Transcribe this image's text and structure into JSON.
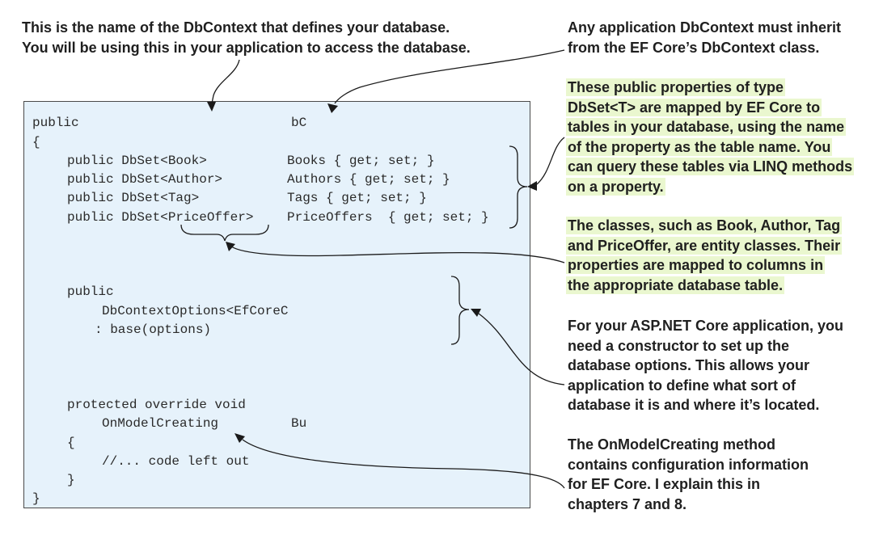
{
  "annotations": {
    "dbcontext_name": "This is the name of the DbContext that defines your database.\nYou will be using this in your application to access the database.",
    "inherit": "Any application DbContext must inherit\nfrom the EF Core’s DbContext class.",
    "dbset_props": "These public properties of type\nDbSet<T> are mapped by EF Core to\ntables in your database, using the name\nof the property as the table name. You\ncan query these tables via LINQ methods\non a property.",
    "entity_classes": "The classes, such as Book, Author, Tag\nand PriceOffer, are entity classes. Their\nproperties are mapped to columns in\nthe appropriate database table.",
    "constructor": "For your ASP.NET Core application, you\nneed a constructor to set up the\ndatabase options. This allows your\napplication to define what sort of\ndatabase it is and where it’s located.",
    "onmodelcreating": "The OnModelCreating method\ncontains configuration information\nfor EF Core. I explain this in\nchapters 7 and 8."
  },
  "code": {
    "class_kw": "public",
    "class_frag": "bC",
    "open_brace": "{",
    "dbset_types": [
      "public DbSet<Book>",
      "public DbSet<Author>",
      "public DbSet<Tag>",
      "public DbSet<PriceOffer>"
    ],
    "dbset_names": [
      "Books { get; set; }",
      "Authors { get; set; }",
      "Tags { get; set; }",
      "PriceOffers  { get; set; }"
    ],
    "ctor_kw": "public",
    "ctor_param": "DbContextOptions<EfCoreC",
    "ctor_base": ": base(options)",
    "override_line": "protected override void",
    "onmodel": "OnModelCreating",
    "onmodel_frag": "Bu",
    "inner_open": "{",
    "comment": "//... code left out",
    "inner_close": "}",
    "close_brace": "}"
  }
}
